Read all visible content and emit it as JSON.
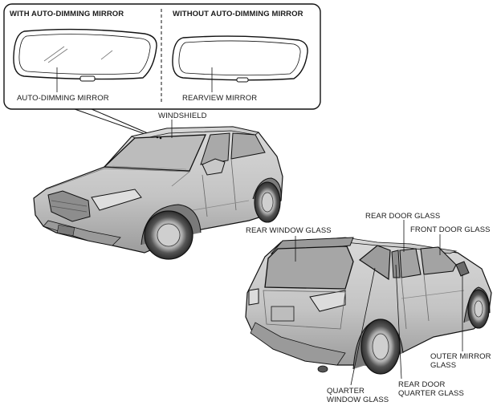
{
  "inset": {
    "left_heading": "WITH AUTO-DIMMING MIRROR",
    "right_heading": "WITHOUT AUTO-DIMMING MIRROR",
    "left_callout": "AUTO-DIMMING MIRROR",
    "right_callout": "REARVIEW MIRROR"
  },
  "callouts": {
    "windshield": "WINDSHIELD",
    "rear_window_glass": "REAR WINDOW GLASS",
    "rear_door_glass": "REAR DOOR GLASS",
    "front_door_glass": "FRONT DOOR GLASS",
    "outer_mirror_glass": "OUTER MIRROR\nGLASS",
    "quarter_window_glass": "QUARTER\nWINDOW GLASS",
    "rear_door_quarter_glass": "REAR DOOR\nQUARTER GLASS"
  },
  "colors": {
    "body": "#cfcfcf",
    "body_dark": "#9a9a9a",
    "glass": "#bdbdbd",
    "outline": "#111111"
  }
}
